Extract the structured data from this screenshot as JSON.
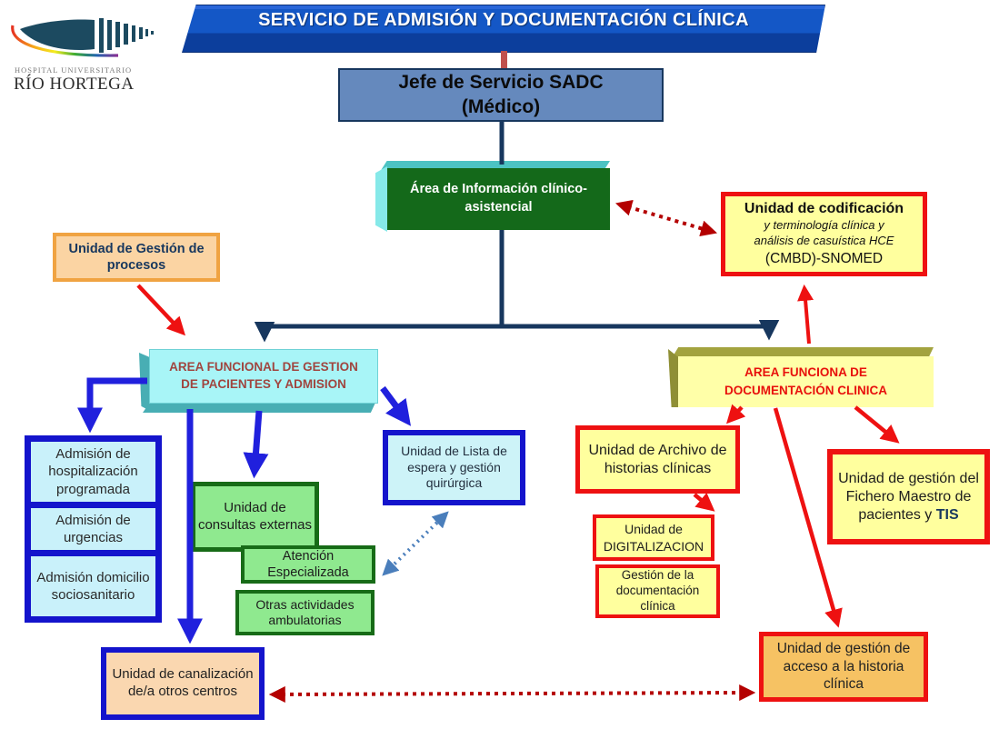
{
  "header": {
    "banner_title": "SERVICIO DE ADMISIÓN Y DOCUMENTACIÓN CLÍNICA",
    "logo": {
      "line1": "HOSPITAL UNIVERSITARIO",
      "line2": "RÍO HORTEGA"
    }
  },
  "org": {
    "jefe": {
      "line1": "Jefe de Servicio SADC",
      "line2": "(Médico)"
    },
    "area_info": {
      "label": "Área de Información clínico-asistencial"
    },
    "codificacion": {
      "title": "Unidad de codificación",
      "sub1": "y terminología clínica y",
      "sub2": "análisis de casuística HCE",
      "sub3": "(CMBD)-SNOMED"
    },
    "gestion_procesos": {
      "label": "Unidad de Gestión de procesos"
    },
    "area_funcional": {
      "line1": "AREA FUNCIONAL  DE GESTION",
      "line2": "DE PACIENTES Y ADMISION"
    },
    "admisiones": [
      {
        "label": "Admisión de hospitalización programada"
      },
      {
        "label": "Admisión de urgencias"
      },
      {
        "label": "Admisión domicilio sociosanitario"
      }
    ],
    "consultas": {
      "label": "Unidad de consultas externas"
    },
    "atencion": {
      "label": "Atención Especializada"
    },
    "otras": {
      "label": "Otras actividades ambulatorias"
    },
    "lista_espera": {
      "label": "Unidad de Lista de espera y gestión quirúrgica"
    },
    "area_documentacion": {
      "line1": "AREA FUNCIONA DE",
      "line2": "DOCUMENTACIÓN CLINICA"
    },
    "archivo": {
      "label": "Unidad de Archivo de historias clínicas"
    },
    "digitalizacion": {
      "line1": "Unidad  de",
      "line2": "DIGITALIZACION"
    },
    "gestion_doc": {
      "label": "Gestión de la documentación clínica"
    },
    "fichero": {
      "main": "Unidad de gestión del Fichero Maestro de pacientes y",
      "highlight": "TIS"
    },
    "acceso": {
      "label": "Unidad de gestión de acceso a la historia clínica"
    },
    "canalizacion": {
      "label": "Unidad de canalización de/a otros centros"
    }
  },
  "colors": {
    "banner_blue": "#1457c6",
    "banner_blue_dark": "#0c3e9c",
    "navy": "#17375e",
    "steel_blue_fill": "#6589bd",
    "green_dark": "#14691a",
    "green_light": "#8fe98f",
    "green_border": "#176b17",
    "cyan_fill": "#a8f5f7",
    "cyan_light_fill": "#c9f1fa",
    "teal_bevel": "#48aeb4",
    "yellow_fill": "#ffff9e",
    "olive_bevel": "#a3a33f",
    "orange_fill": "#f6c263",
    "peach_fill": "#fad7b0",
    "peach_light": "#fbd4a3",
    "orange_border": "#f0a342",
    "blue_border": "#1414cc",
    "red": "#ee1111",
    "dark_red_dotted": "#b40000",
    "maroon_text": "#a0453f"
  }
}
